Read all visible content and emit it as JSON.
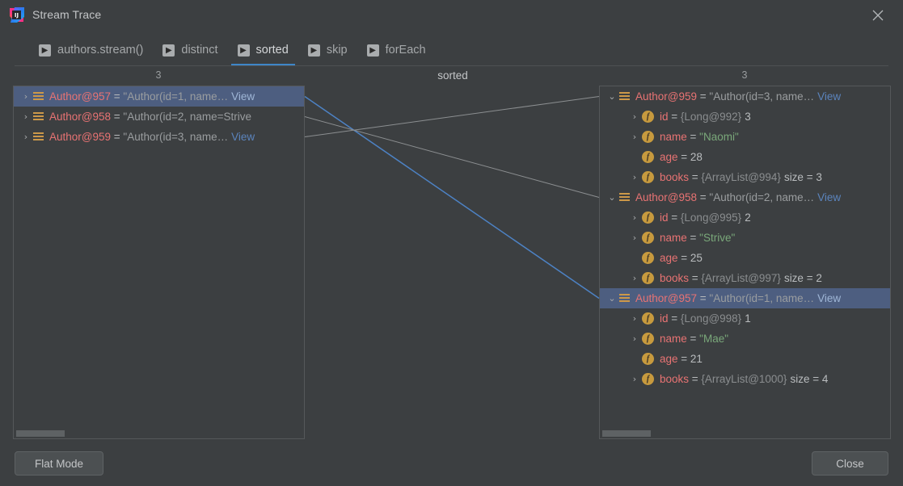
{
  "window": {
    "title": "Stream Trace",
    "logo_icon": "intellij-idea-logo",
    "close_icon": "close-icon"
  },
  "tabs": {
    "items": [
      {
        "label": "authors.stream()",
        "icon": "play-icon",
        "active": false
      },
      {
        "label": "distinct",
        "icon": "play-icon",
        "active": false
      },
      {
        "label": "sorted",
        "icon": "play-icon",
        "active": true
      },
      {
        "label": "skip",
        "icon": "play-icon",
        "active": false
      },
      {
        "label": "forEach",
        "icon": "play-icon",
        "active": false
      }
    ]
  },
  "stage": {
    "label": "sorted"
  },
  "left_panel": {
    "count": "3",
    "rows": [
      {
        "indent": 1,
        "arrow": "collapsed",
        "icon": "object-icon",
        "selected": true,
        "ref": "Author@957",
        "eq": " = ",
        "value": "\"Author(id=1, name",
        "ellipsis": "…",
        "link": "View"
      },
      {
        "indent": 1,
        "arrow": "collapsed",
        "icon": "object-icon",
        "selected": false,
        "ref": "Author@958",
        "eq": " = ",
        "value": "\"Author(id=2, name=Strive",
        "ellipsis": "",
        "link": ""
      },
      {
        "indent": 1,
        "arrow": "collapsed",
        "icon": "object-icon",
        "selected": false,
        "ref": "Author@959",
        "eq": " = ",
        "value": "\"Author(id=3, name",
        "ellipsis": "…",
        "link": "View"
      }
    ],
    "scrollbar": {
      "thumb_width": "60"
    }
  },
  "right_panel": {
    "count": "3",
    "rows": [
      {
        "indent": 1,
        "arrow": "expanded",
        "icon": "object-icon",
        "selected": false,
        "ref": "Author@959",
        "eq": " = ",
        "value": "\"Author(id=3, name",
        "ellipsis": "…",
        "link": "View"
      },
      {
        "indent": 2,
        "arrow": "collapsed",
        "icon": "field-icon",
        "selected": false,
        "name": "id",
        "eq": " = ",
        "type": "{Long@992}",
        "value": "3"
      },
      {
        "indent": 2,
        "arrow": "collapsed",
        "icon": "field-icon",
        "selected": false,
        "name": "name",
        "eq": " = ",
        "string": "\"Naomi\""
      },
      {
        "indent": 2,
        "arrow": "none",
        "icon": "field-icon",
        "selected": false,
        "name": "age",
        "eq": " = ",
        "value": "28"
      },
      {
        "indent": 2,
        "arrow": "collapsed",
        "icon": "field-icon",
        "selected": false,
        "name": "books",
        "eq": " = ",
        "type": "{ArrayList@994}",
        "value": "size = 3"
      },
      {
        "indent": 1,
        "arrow": "expanded",
        "icon": "object-icon",
        "selected": false,
        "ref": "Author@958",
        "eq": " = ",
        "value": "\"Author(id=2, name",
        "ellipsis": "…",
        "link": "View"
      },
      {
        "indent": 2,
        "arrow": "collapsed",
        "icon": "field-icon",
        "selected": false,
        "name": "id",
        "eq": " = ",
        "type": "{Long@995}",
        "value": "2"
      },
      {
        "indent": 2,
        "arrow": "collapsed",
        "icon": "field-icon",
        "selected": false,
        "name": "name",
        "eq": " = ",
        "string": "\"Strive\""
      },
      {
        "indent": 2,
        "arrow": "none",
        "icon": "field-icon",
        "selected": false,
        "name": "age",
        "eq": " = ",
        "value": "25"
      },
      {
        "indent": 2,
        "arrow": "collapsed",
        "icon": "field-icon",
        "selected": false,
        "name": "books",
        "eq": " = ",
        "type": "{ArrayList@997}",
        "value": "size = 2"
      },
      {
        "indent": 1,
        "arrow": "expanded",
        "icon": "object-icon",
        "selected": true,
        "ref": "Author@957",
        "eq": " = ",
        "value": "\"Author(id=1, name",
        "ellipsis": "…",
        "link": "View"
      },
      {
        "indent": 2,
        "arrow": "collapsed",
        "icon": "field-icon",
        "selected": false,
        "name": "id",
        "eq": " = ",
        "type": "{Long@998}",
        "value": "1"
      },
      {
        "indent": 2,
        "arrow": "collapsed",
        "icon": "field-icon",
        "selected": false,
        "name": "name",
        "eq": " = ",
        "string": "\"Mae\""
      },
      {
        "indent": 2,
        "arrow": "none",
        "icon": "field-icon",
        "selected": false,
        "name": "age",
        "eq": " = ",
        "value": "21"
      },
      {
        "indent": 2,
        "arrow": "collapsed",
        "icon": "field-icon",
        "selected": false,
        "name": "books",
        "eq": " = ",
        "type": "{ArrayList@1000}",
        "value": "size = 4"
      }
    ],
    "scrollbar": {
      "thumb_width": "60"
    }
  },
  "links": [
    {
      "from_row": 0,
      "to_row": 2,
      "highlighted": true,
      "color": "#4d82c4"
    },
    {
      "from_row": 1,
      "to_row": 1,
      "highlighted": false,
      "color": "#8c8f91"
    },
    {
      "from_row": 2,
      "to_row": 0,
      "highlighted": false,
      "color": "#8c8f91"
    }
  ],
  "buttons": {
    "flat_mode": "Flat Mode",
    "close": "Close"
  },
  "colors": {
    "background": "#3c3f41",
    "selection": "#4d5e80",
    "accent": "#3e86c8",
    "reference": "#e87373",
    "string": "#7aa87a",
    "link": "#5b84bd",
    "field_icon": "#c79a3e"
  }
}
